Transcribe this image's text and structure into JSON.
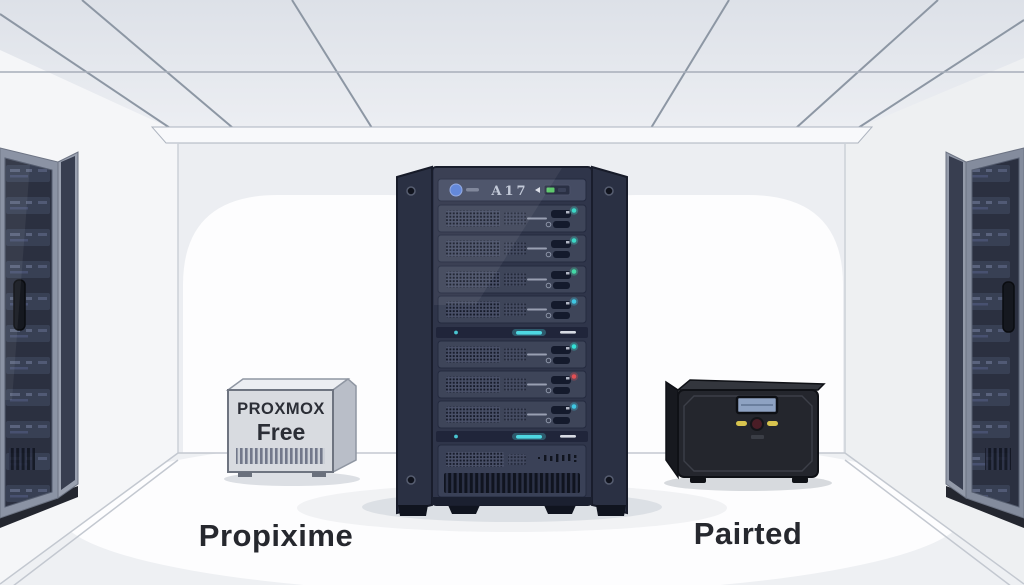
{
  "scene_caption": {
    "left": "Propixime",
    "right": "Pairted"
  },
  "server_tower": {
    "model_label": "A17",
    "status_leds": [
      "#3bd8c6",
      "#3bd8c6",
      "#43d9a6",
      "#3fc7e2",
      "#33e1d5",
      "#e25054",
      "#3fc7e2"
    ],
    "divider_accent": "#4ed8e2",
    "power_indicator_green": "#5fc96d",
    "logo_color": "#5b82d8"
  },
  "small_server_box": {
    "brand": "PROXMOX",
    "edition": "Free"
  },
  "appliance_box": {
    "lcd_color": "#8ea2c2",
    "led_color": "#d8c44e",
    "power_button_color": "#4a1d26"
  },
  "icons": {
    "tower_logo": "circle-dot",
    "power_indicator_arrow": "triangle-left",
    "divider_power_dot": "dot",
    "divider_led_bar": "bar"
  },
  "palette": {
    "tower_body": "#2f354a",
    "room_wall": "#eceef2",
    "rack_glass": "#2b3040",
    "floor": "#eef0f3"
  }
}
